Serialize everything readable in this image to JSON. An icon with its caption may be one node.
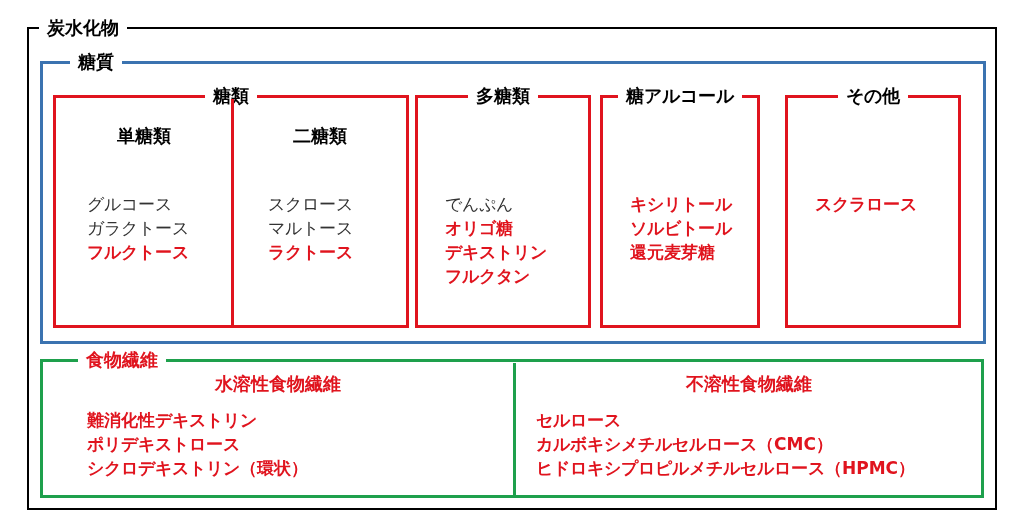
{
  "diagram": {
    "nodes": [
      {
        "text": [
          "炭水化物"
        ]
      },
      {
        "text": [
          "糖質"
        ],
        "in": 0
      },
      {
        "text": [
          "糖類"
        ],
        "in": 1
      },
      {
        "text": [
          "単糖類",
          "グルコース",
          "ガラクトース",
          "フルクトース"
        ],
        "in": 2
      },
      {
        "text": [
          "二糖類",
          "スクロース",
          "マルトース",
          "ラクトース"
        ],
        "in": 2
      },
      {
        "text": [
          "多糖類",
          "でんぷん",
          "オリゴ糖",
          "デキストリン",
          "フルクタン"
        ],
        "in": 1
      },
      {
        "text": [
          "糖アルコール",
          "キシリトール",
          "ソルビトール",
          "還元麦芽糖"
        ],
        "in": 1
      },
      {
        "text": [
          "その他",
          "スクラロース"
        ],
        "in": 1
      },
      {
        "text": [
          "食物繊維"
        ],
        "in": 0
      },
      {
        "text": [
          "水溶性食物繊維",
          "難消化性デキストリン",
          "ポリデキストロース",
          "シクロデキストリン（環状）"
        ],
        "in": 8
      },
      {
        "text": [
          "不溶性食物繊維",
          "セルロース",
          "カルボキシメチルセルロース（CMC）",
          "ヒドロキシプロピルメチルセルロース（HPMC）"
        ],
        "in": 8
      }
    ]
  }
}
